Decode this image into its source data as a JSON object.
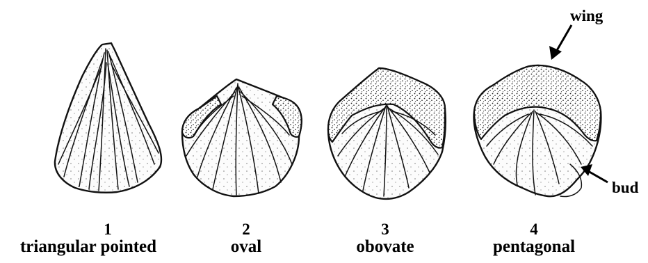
{
  "figures": [
    {
      "number": "1",
      "name": "triangular pointed"
    },
    {
      "number": "2",
      "name": "oval"
    },
    {
      "number": "3",
      "name": "obovate"
    },
    {
      "number": "4",
      "name": "pentagonal"
    }
  ],
  "callouts": {
    "wing": "wing",
    "bud": "bud"
  }
}
